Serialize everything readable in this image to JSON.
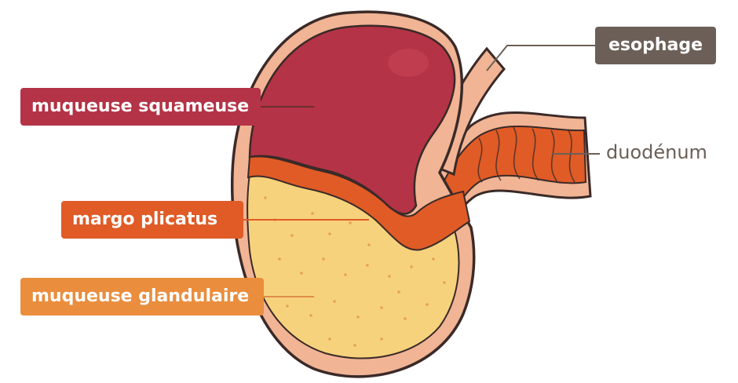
{
  "labels": {
    "muqueuse_squameuse": "muqueuse squameuse",
    "margo_plicatus": "margo plicatus",
    "muqueuse_glandulaire": "muqueuse glandulaire",
    "esophage": "esophage",
    "duodenum": "duodénum"
  },
  "colors": {
    "squamous": "#b43346",
    "margo": "#e05b26",
    "glandular": "#f6d27c",
    "wall": "#f1b494",
    "outline": "#3a2a28",
    "callout_dark": "#6b5f57",
    "callout_glandular": "#ea8d3d"
  }
}
